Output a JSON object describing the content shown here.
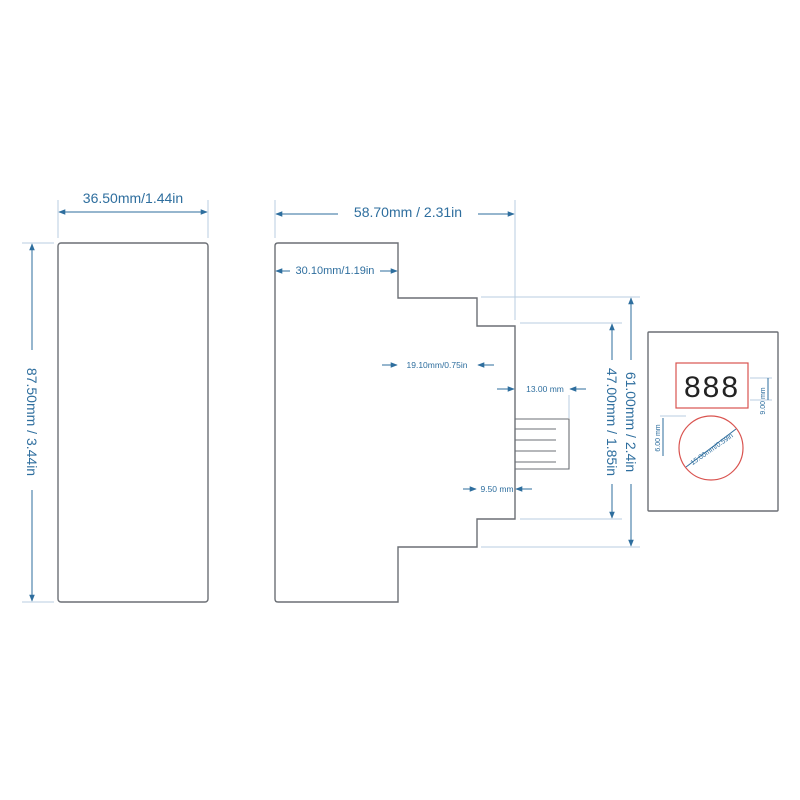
{
  "dimensions": {
    "front_width": "36.50mm/1.44in",
    "height": "87.50mm / 3.44in",
    "side_depth": "58.70mm / 2.31in",
    "side_upper": "30.10mm/1.19in",
    "step_depth": "19.10mm/0.75in",
    "knob_length": "13.00 mm",
    "knob_offset": "9.50 mm",
    "outer_rail": "61.00mm / 2.4in",
    "inner_rail": "47.00mm / 1.85in"
  },
  "display_panel": {
    "readout": "888",
    "digit_height": "9.00 mm",
    "knob_offset": "6.00 mm",
    "knob_diameter": "15.00mm/0.59in"
  },
  "colors": {
    "outline": "#6b6f75",
    "dimension": "#2e6e9e",
    "accent_red": "#d9534f"
  }
}
